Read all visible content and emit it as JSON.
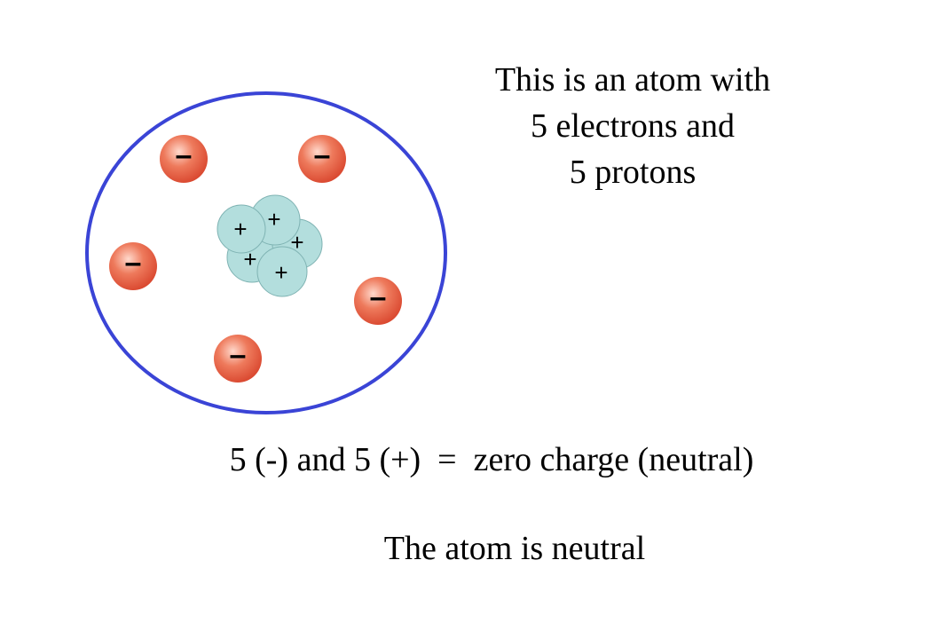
{
  "caption": {
    "line1": "This is an atom with",
    "line2": "5 electrons and",
    "line3": "5 protons"
  },
  "equation": "5 (-) and 5 (+)  =  zero charge (neutral)",
  "conclusion": "The atom is neutral",
  "atom": {
    "shell_color": "#3a44d6",
    "electron_color": "#e2553c",
    "proton_color": "#b3dedd",
    "electron_symbol": "–",
    "proton_symbol": "+",
    "electron_count": 5,
    "proton_count": 5
  }
}
